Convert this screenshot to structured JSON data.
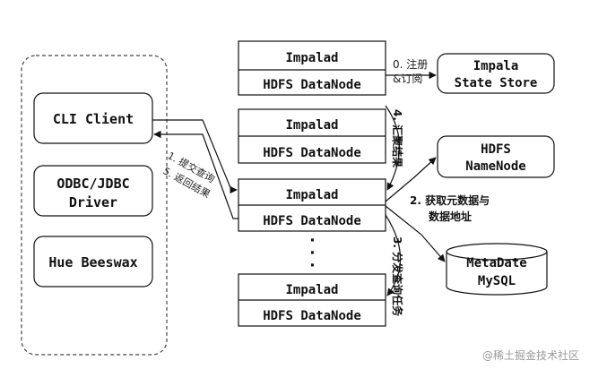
{
  "clients": {
    "cli": "CLI Client",
    "odbc_line1": "ODBC/JDBC",
    "odbc_line2": "Driver",
    "hue": "Hue Beeswax"
  },
  "impalad_nodes": [
    {
      "daemon": "Impalad",
      "datanode": "HDFS DataNode"
    },
    {
      "daemon": "Impalad",
      "datanode": "HDFS DataNode"
    },
    {
      "daemon": "Impalad",
      "datanode": "HDFS DataNode"
    },
    {
      "daemon": "Impalad",
      "datanode": "HDFS DataNode"
    }
  ],
  "ellipsis": "·",
  "state_store": {
    "line1": "Impala",
    "line2": "State Store"
  },
  "namenode": {
    "line1": "HDFS",
    "line2": "NameNode"
  },
  "metastore": {
    "line1": "MetaDate",
    "line2": "MySQL"
  },
  "steps": {
    "register_line1": "0. 注册",
    "register_line2": "&订阅",
    "submit_query": "1. 提交查询",
    "fetch_metadata_line1": "2. 获取元数据与",
    "fetch_metadata_line2": "数据地址",
    "distribute_query": "3. 分发查询任务",
    "aggregate_results": "4. 汇聚结果",
    "return_results": "5. 返回结果"
  },
  "watermark": "@稀土掘金技术社区"
}
